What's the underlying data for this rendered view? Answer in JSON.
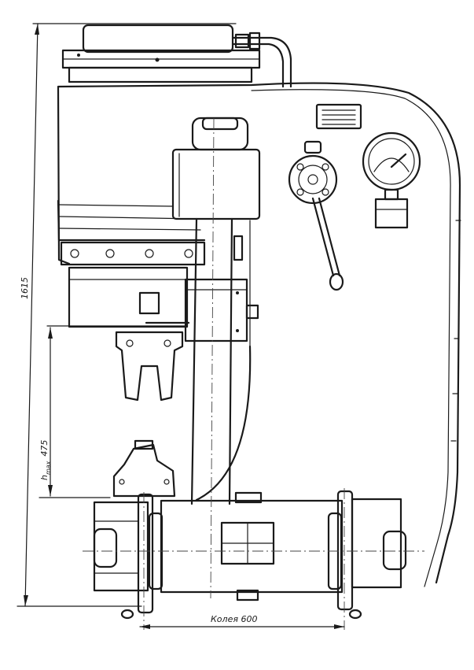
{
  "dimensions": {
    "total_height": "1615",
    "hmax_label": "h",
    "hmax_subscript": "max",
    "hmax_value": "475",
    "track_gauge": "Колея 600"
  },
  "colors": {
    "ink": "#1a1a1a",
    "paper": "#ffffff"
  }
}
